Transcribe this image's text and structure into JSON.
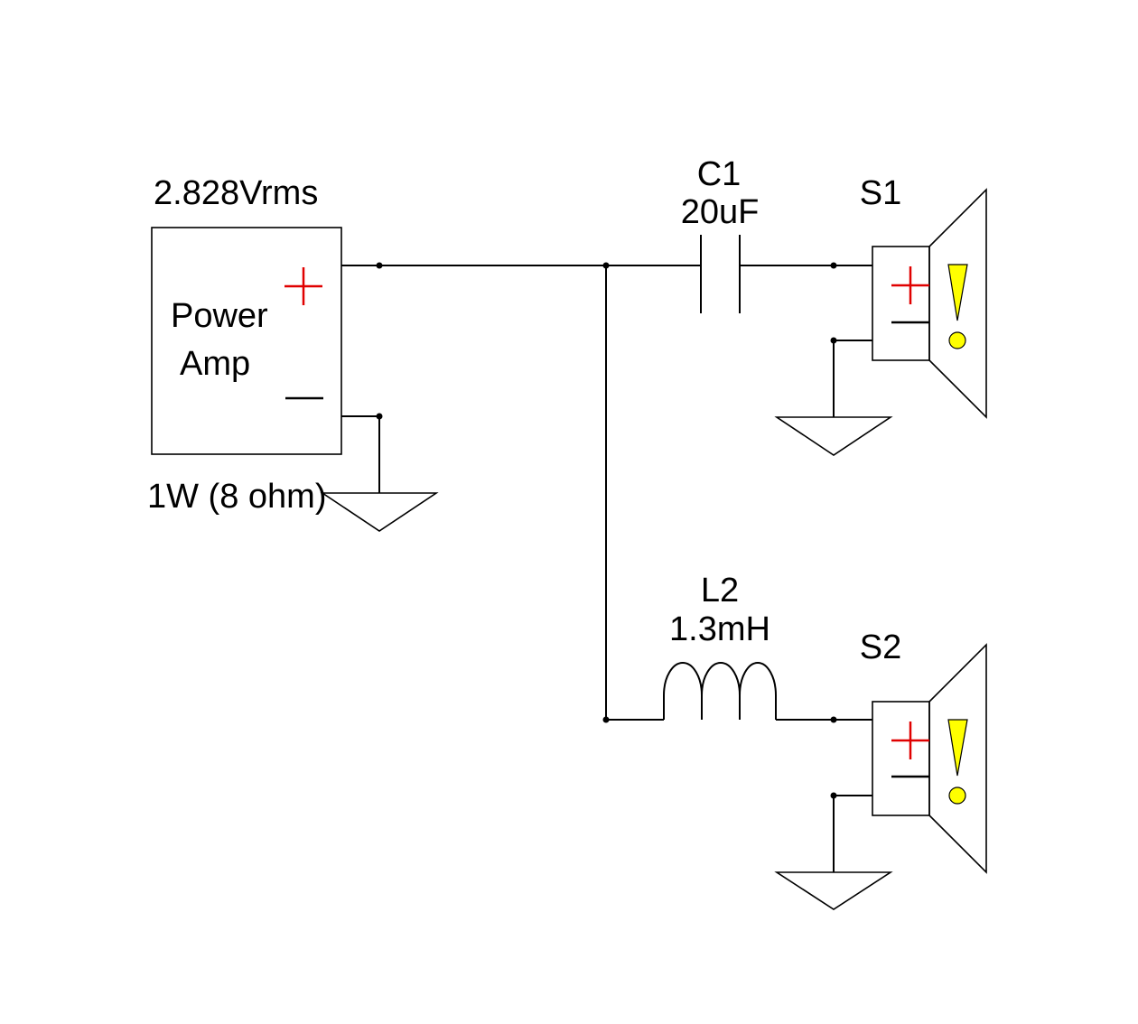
{
  "amplifier": {
    "voltage": "2.828Vrms",
    "name_line1": "Power",
    "name_line2": "Amp",
    "power": "1W (8 ohm)"
  },
  "capacitor": {
    "ref": "C1",
    "value": "20uF"
  },
  "inductor": {
    "ref": "L2",
    "value": "1.3mH"
  },
  "speaker_top": {
    "ref": "S1"
  },
  "speaker_bottom": {
    "ref": "S2"
  },
  "colors": {
    "plus_sign": "#e00000",
    "warning_fill": "#ffff00",
    "wire": "#000000"
  },
  "icons": [
    "ground-icon",
    "speaker-icon",
    "warning-exclamation-icon"
  ]
}
